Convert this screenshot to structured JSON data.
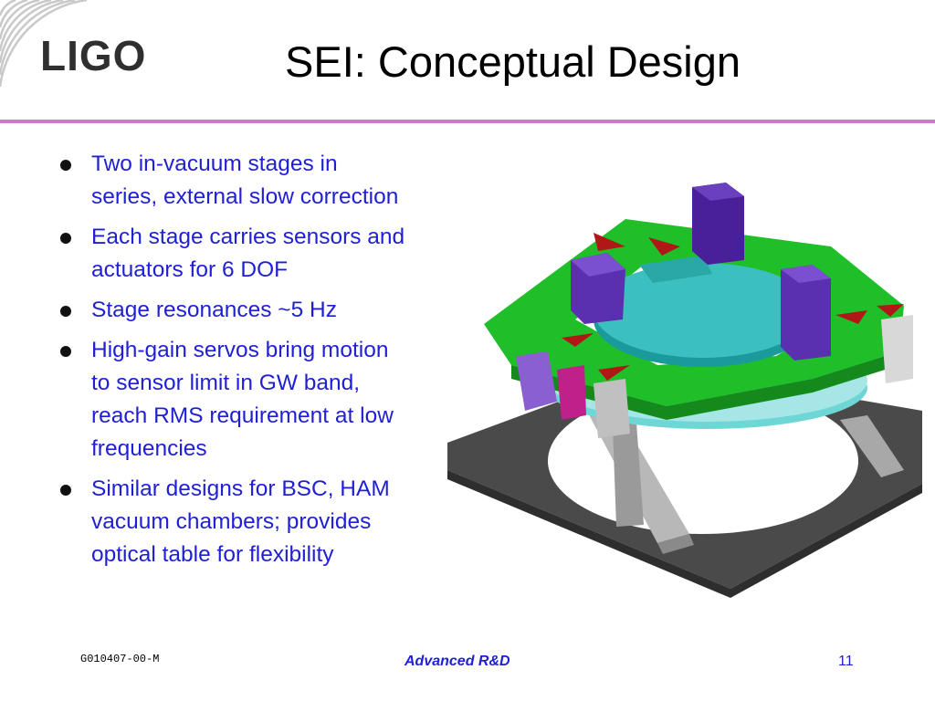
{
  "logo": {
    "text": "LIGO"
  },
  "title": "SEI: Conceptual Design",
  "bullets": [
    {
      "lines": [
        "Two in-vacuum stages in",
        "series, external slow correction"
      ]
    },
    {
      "lines": [
        "Each stage carries sensors and",
        "actuators for 6 DOF"
      ]
    },
    {
      "lines": [
        "Stage resonances ~5 Hz"
      ]
    },
    {
      "lines": [
        "High-gain servos bring motion",
        "to sensor limit in GW band,",
        "reach RMS requirement at low",
        "frequencies"
      ]
    },
    {
      "lines": [
        "Similar designs for BSC, HAM",
        "vacuum chambers; provides",
        "optical table for flexibility"
      ]
    }
  ],
  "footer": {
    "doc_id": "G010407-00-M",
    "center": "Advanced R&D",
    "page": "11"
  },
  "colors": {
    "bullet_text": "#1f1fd8",
    "rule": "#c47cc7",
    "green_stage": "#1fbf2a",
    "teal_disc": "#3bbfbf",
    "purple_block": "#4a1f9a"
  }
}
